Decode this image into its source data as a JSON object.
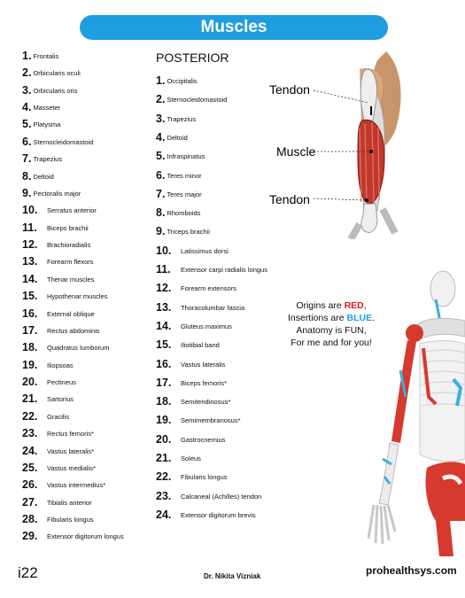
{
  "title": "Muscles",
  "posterior_heading": "POSTERIOR",
  "anterior": [
    {
      "n": "1.",
      "name": "Frontalis"
    },
    {
      "n": "2.",
      "name": "Orbicularis oculi"
    },
    {
      "n": "3.",
      "name": "Orbicularis oris"
    },
    {
      "n": "4.",
      "name": "Masseter"
    },
    {
      "n": "5.",
      "name": "Platysma"
    },
    {
      "n": "6.",
      "name": "Sternocleidomastoid"
    },
    {
      "n": "7.",
      "name": "Trapezius"
    },
    {
      "n": "8.",
      "name": "Deltoid"
    },
    {
      "n": "9.",
      "name": "Pectoralis major"
    },
    {
      "n": "10.",
      "name": "Serratus anterior"
    },
    {
      "n": "11.",
      "name": "Biceps brachii"
    },
    {
      "n": "12.",
      "name": "Brachioradialis"
    },
    {
      "n": "13.",
      "name": "Forearm flexors"
    },
    {
      "n": "14.",
      "name": "Thenar muscles"
    },
    {
      "n": "15.",
      "name": "Hypothenar muscles"
    },
    {
      "n": "16.",
      "name": "External oblique"
    },
    {
      "n": "17.",
      "name": "Rectus abdominis"
    },
    {
      "n": "18.",
      "name": "Quadratus lumborum"
    },
    {
      "n": "19.",
      "name": "Iliopsoas"
    },
    {
      "n": "20.",
      "name": "Pectineus"
    },
    {
      "n": "21.",
      "name": "Sartorius"
    },
    {
      "n": "22.",
      "name": "Gracilis"
    },
    {
      "n": "23.",
      "name": "Rectus femoris*"
    },
    {
      "n": "24.",
      "name": "Vastus lateralis*"
    },
    {
      "n": "25.",
      "name": "Vastus medialis*"
    },
    {
      "n": "26.",
      "name": "Vastus intermedius*"
    },
    {
      "n": "27.",
      "name": "Tibialis anterior"
    },
    {
      "n": "28.",
      "name": "Fibularis longus"
    },
    {
      "n": "29.",
      "name": "Extensor digitorum longus"
    }
  ],
  "posterior": [
    {
      "n": "1.",
      "name": "Occipitalis"
    },
    {
      "n": "2.",
      "name": "Sternocleidomastoid"
    },
    {
      "n": "3.",
      "name": "Trapezius"
    },
    {
      "n": "4.",
      "name": "Deltoid"
    },
    {
      "n": "5.",
      "name": "Infraspinatus"
    },
    {
      "n": "6.",
      "name": "Teres minor"
    },
    {
      "n": "7.",
      "name": "Teres major"
    },
    {
      "n": "8.",
      "name": "Rhomboids"
    },
    {
      "n": "9.",
      "name": "Triceps brachii"
    },
    {
      "n": "10.",
      "name": "Latissimus dorsi"
    },
    {
      "n": "11.",
      "name": "Extensor carpi radialis longus"
    },
    {
      "n": "12.",
      "name": "Forearm extensors"
    },
    {
      "n": "13.",
      "name": "Thoracolumbar fascia"
    },
    {
      "n": "14.",
      "name": "Gluteus maximus"
    },
    {
      "n": "15.",
      "name": "Iliotibial band"
    },
    {
      "n": "16.",
      "name": "Vastus lateralis"
    },
    {
      "n": "17.",
      "name": "Biceps femoris*"
    },
    {
      "n": "18.",
      "name": "Semitendinosus*"
    },
    {
      "n": "19.",
      "name": "Semimembranosus*"
    },
    {
      "n": "20.",
      "name": "Gastrocnemius"
    },
    {
      "n": "21.",
      "name": "Soleus"
    },
    {
      "n": "22.",
      "name": "Fibularis longus"
    },
    {
      "n": "23.",
      "name": "Calcaneal (Achilles) tendon"
    },
    {
      "n": "24.",
      "name": "Extensor digitorum brevis"
    }
  ],
  "arm_diagram": {
    "tendon_top": "Tendon",
    "muscle": "Muscle",
    "tendon_bottom": "Tendon"
  },
  "note": {
    "origins_prefix": "Origins are ",
    "origins_word": "RED",
    "origins_suffix": ",",
    "insertions_prefix": "Insertions are ",
    "insertions_word": "BLUE",
    "insertions_suffix": ".",
    "line3": "Anatomy is FUN,",
    "line4": "For me and for you!"
  },
  "footer": {
    "page": "i22",
    "author": "Dr. Nikita Vizniak",
    "site": "prohealthsys.com"
  },
  "colors": {
    "banner": "#1e9ee0",
    "origin_red": "#e21818",
    "insertion_blue": "#1e9ee0"
  }
}
